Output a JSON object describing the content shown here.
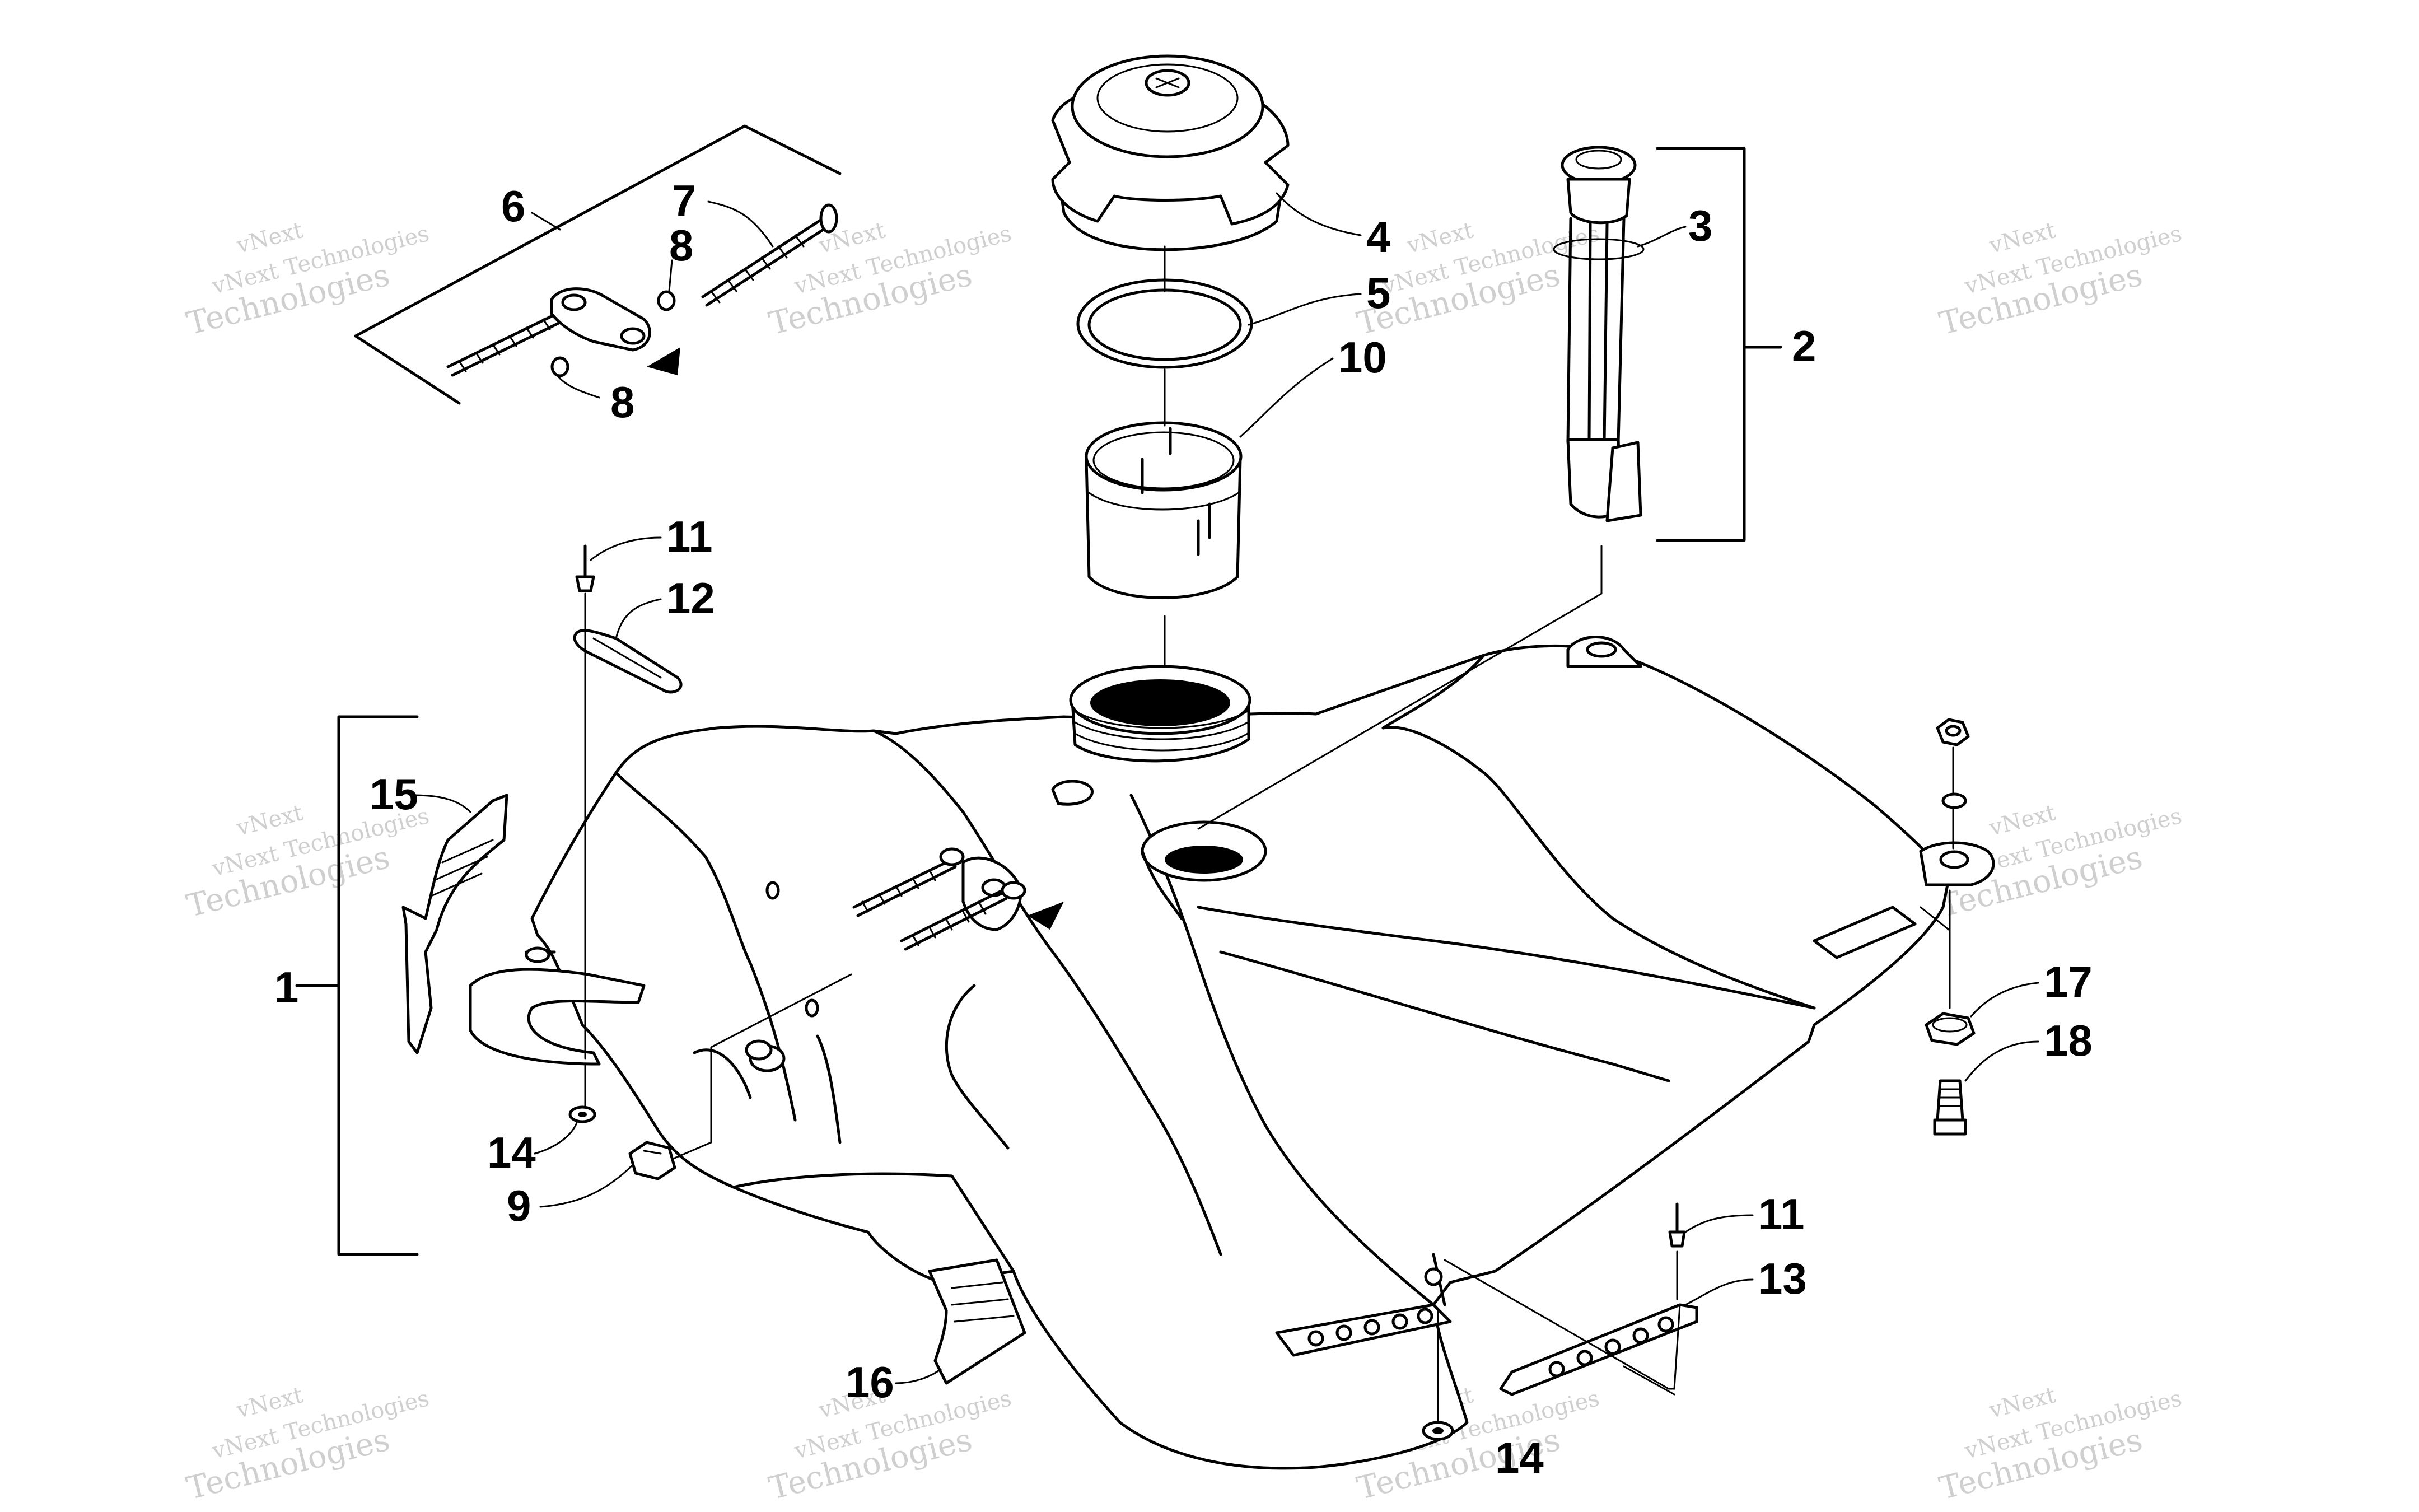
{
  "watermark": {
    "line1": "vNext",
    "line2": "vNext Technologies",
    "line3": "Technologies"
  },
  "callouts": [
    {
      "id": "c1",
      "text": "1"
    },
    {
      "id": "c2",
      "text": "2"
    },
    {
      "id": "c3",
      "text": "3"
    },
    {
      "id": "c4",
      "text": "4"
    },
    {
      "id": "c5",
      "text": "5"
    },
    {
      "id": "c6",
      "text": "6"
    },
    {
      "id": "c7",
      "text": "7"
    },
    {
      "id": "c8a",
      "text": "8"
    },
    {
      "id": "c8b",
      "text": "8"
    },
    {
      "id": "c9",
      "text": "9"
    },
    {
      "id": "c10",
      "text": "10"
    },
    {
      "id": "c11a",
      "text": "11"
    },
    {
      "id": "c11b",
      "text": "11"
    },
    {
      "id": "c12",
      "text": "12"
    },
    {
      "id": "c13",
      "text": "13"
    },
    {
      "id": "c14a",
      "text": "14"
    },
    {
      "id": "c14b",
      "text": "14"
    },
    {
      "id": "c15",
      "text": "15"
    },
    {
      "id": "c16",
      "text": "16"
    },
    {
      "id": "c17",
      "text": "17"
    },
    {
      "id": "c18",
      "text": "18"
    }
  ]
}
